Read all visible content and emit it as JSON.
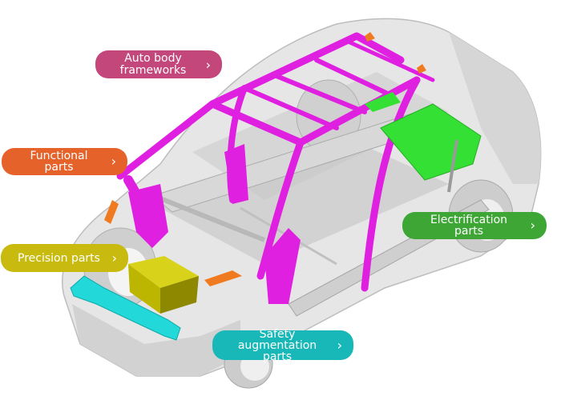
{
  "illustration": {
    "subject": "car-body-cutaway",
    "colors": {
      "body_shell": "#e4e4e4",
      "body_shadow": "#c9c9c9",
      "frame": "#e020e0",
      "electrification": "#33e033",
      "precision": "#c9c200",
      "safety": "#22d8d8",
      "functional": "#f07a20"
    }
  },
  "labels": [
    {
      "id": "auto-body-frameworks",
      "line1": "Auto body",
      "line2": "frameworks",
      "color": "#c4477c",
      "icon": "chevron-right-icon",
      "chevron": "›"
    },
    {
      "id": "functional-parts",
      "line1": "Functional parts",
      "color": "#e5622a",
      "icon": "chevron-right-icon",
      "chevron": "›"
    },
    {
      "id": "precision-parts",
      "line1": "Precision parts",
      "color": "#c8ba0e",
      "icon": "chevron-right-icon",
      "chevron": "›"
    },
    {
      "id": "electrification-parts",
      "line1": "Electrification parts",
      "color": "#3da635",
      "icon": "chevron-right-icon",
      "chevron": "›"
    },
    {
      "id": "safety-augmentation-parts",
      "line1": "Safety augmentation",
      "line2": "parts",
      "color": "#19b8b8",
      "icon": "chevron-right-icon",
      "chevron": "›"
    }
  ]
}
